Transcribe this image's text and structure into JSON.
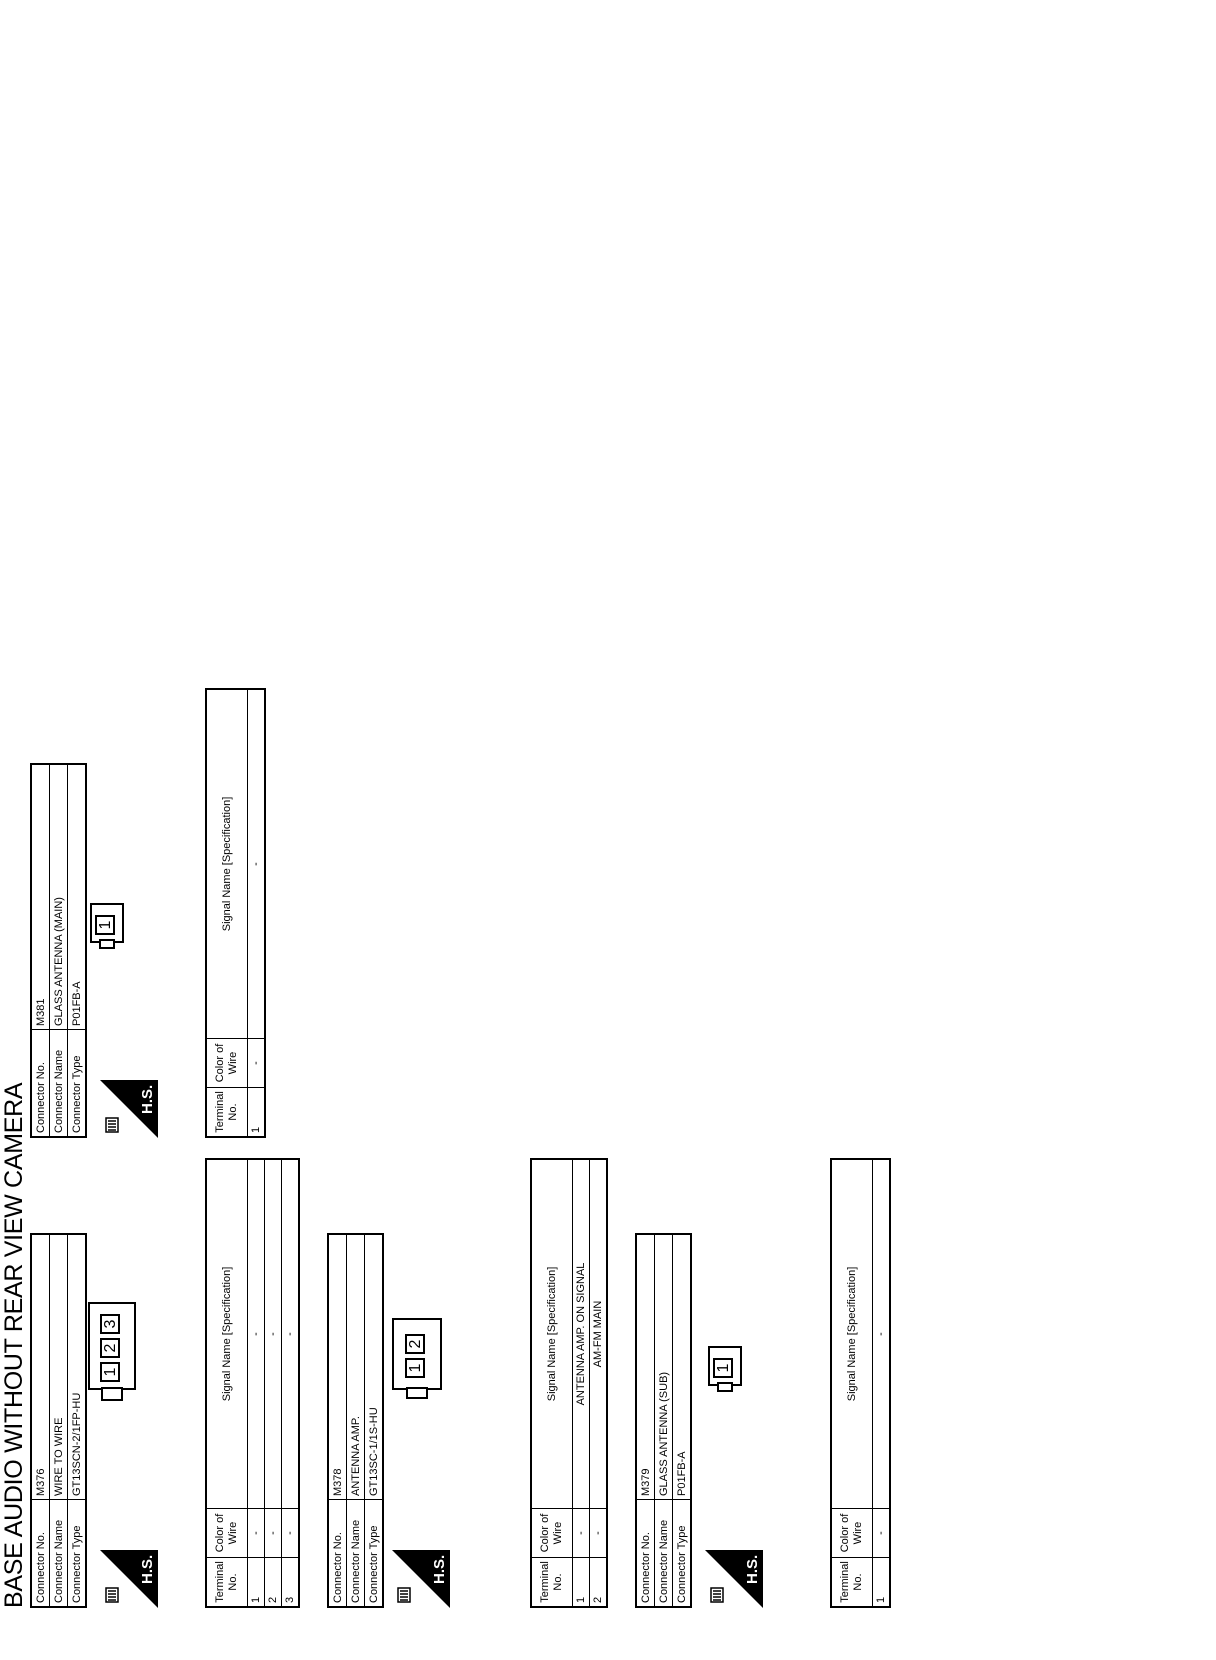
{
  "title": "BASE AUDIO WITHOUT REAR VIEW CAMERA",
  "labels": {
    "connector_no": "Connector No.",
    "connector_name": "Connector Name",
    "connector_type": "Connector Type",
    "terminal_no": "Terminal No.",
    "color_of_wire": "Color of Wire",
    "signal_name": "Signal Name [Specification]",
    "hs": "H.S."
  },
  "connectors": [
    {
      "no": "M376",
      "name": "WIRE TO WIRE",
      "type": "GT13SCN-2/1FP-HU",
      "pins": [
        "1",
        "2",
        "3"
      ],
      "terminals": [
        {
          "terminal": "1",
          "color": "-",
          "signal": "-"
        },
        {
          "terminal": "2",
          "color": "-",
          "signal": "-"
        },
        {
          "terminal": "3",
          "color": "-",
          "signal": "-"
        }
      ]
    },
    {
      "no": "M378",
      "name": "ANTENNA AMP.",
      "type": "GT13SC-1/1S-HU",
      "pins": [
        "1",
        "2"
      ],
      "terminals": [
        {
          "terminal": "1",
          "color": "-",
          "signal": "ANTENNA AMP. ON SIGNAL"
        },
        {
          "terminal": "2",
          "color": "-",
          "signal": "AM-FM MAIN"
        }
      ]
    },
    {
      "no": "M379",
      "name": "GLASS ANTENNA (SUB)",
      "type": "P01FB-A",
      "pins": [
        "1"
      ],
      "terminals": [
        {
          "terminal": "1",
          "color": "-",
          "signal": "-"
        }
      ]
    },
    {
      "no": "M381",
      "name": "GLASS ANTENNA (MAIN)",
      "type": "P01FB-A",
      "pins": [
        "1"
      ],
      "terminals": [
        {
          "terminal": "1",
          "color": "-",
          "signal": "-"
        }
      ]
    }
  ]
}
